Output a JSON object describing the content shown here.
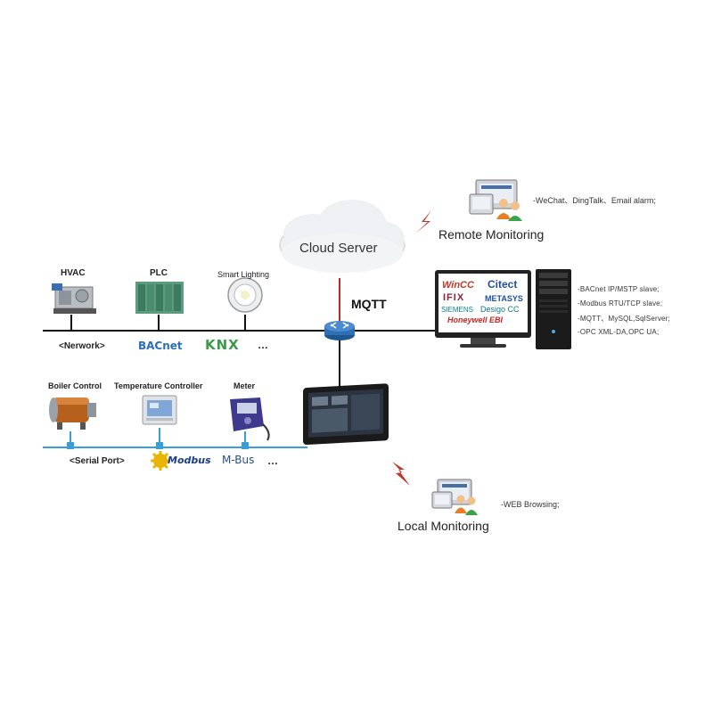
{
  "cloud": {
    "label": "Cloud Server"
  },
  "mqtt": {
    "label": "MQTT"
  },
  "remote": {
    "title": "Remote Monitoring",
    "feature": "-WeChat、DingTalk、Email alarm;"
  },
  "local": {
    "title": "Local Monitoring",
    "feature": "-WEB Browsing;"
  },
  "scada": {
    "brands": [
      "WinCC",
      "Citect",
      "IFIX",
      "METASYS",
      "SIEMENS",
      "Desigo CC",
      "Honeywell EBI"
    ],
    "specs": [
      "-BACnet IP/MSTP slave;",
      "-Modbus RTU/TCP slave;",
      "-MQTT、MySQL,SqlServer;",
      "-OPC XML-DA,OPC UA;"
    ]
  },
  "network_devices": [
    {
      "label": "HVAC"
    },
    {
      "label": "PLC"
    },
    {
      "label": "Smart Lighting"
    }
  ],
  "network_bus": {
    "label": "<Nerwork>",
    "protocols": [
      "BACnet",
      "KNX"
    ],
    "more": "…"
  },
  "serial_devices": [
    {
      "label": "Boiler Control"
    },
    {
      "label": "Temperature Controller"
    },
    {
      "label": "Meter"
    }
  ],
  "serial_bus": {
    "label": "<Serial Port>",
    "protocols": [
      "Modbus",
      "M-Bus"
    ],
    "more": "…"
  },
  "colors": {
    "network_line": "#111111",
    "serial_line": "#3a9fd8",
    "mqtt_line": "#c62828",
    "lightning": "#c0392b",
    "router": "#2f6fb3"
  }
}
